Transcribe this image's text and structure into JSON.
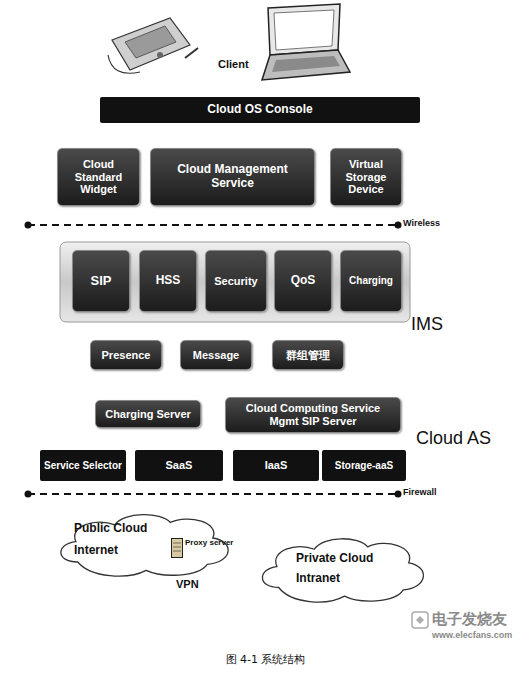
{
  "diagram": {
    "caption": "图 4-1 系统结构",
    "nodes": [
      {
        "text": [
          "Cloud OS Console"
        ]
      },
      {
        "text": [
          "Cloud Standard Widget"
        ]
      },
      {
        "text": [
          "Cloud Management Service"
        ]
      },
      {
        "text": [
          "Virtual Storage Device"
        ]
      },
      {
        "text": [
          "SIP"
        ]
      },
      {
        "text": [
          "HSS"
        ]
      },
      {
        "text": [
          "Security"
        ]
      },
      {
        "text": [
          "QoS"
        ]
      },
      {
        "text": [
          "Charging"
        ]
      },
      {
        "text": [
          "Presence"
        ]
      },
      {
        "text": [
          "Message"
        ]
      },
      {
        "text": [
          "群组管理"
        ]
      },
      {
        "text": [
          "Charging Server"
        ]
      },
      {
        "text": [
          "Cloud Computing Service Mgmt SIP Server"
        ]
      },
      {
        "text": [
          "Service Selector"
        ]
      },
      {
        "text": [
          "SaaS"
        ]
      },
      {
        "text": [
          "IaaS"
        ]
      },
      {
        "text": [
          "Storage-aaS"
        ]
      },
      {
        "text": [
          "Public Cloud",
          "Internet"
        ]
      },
      {
        "text": [
          "Proxy server"
        ],
        "in": 18
      },
      {
        "text": [
          "Private Cloud",
          "Intranet"
        ]
      }
    ],
    "labels": [
      "Client",
      "Wireless",
      "IMS",
      "Cloud AS",
      "Firewall",
      "VPN",
      "电子发烧友",
      "www.elecfans.com"
    ]
  }
}
